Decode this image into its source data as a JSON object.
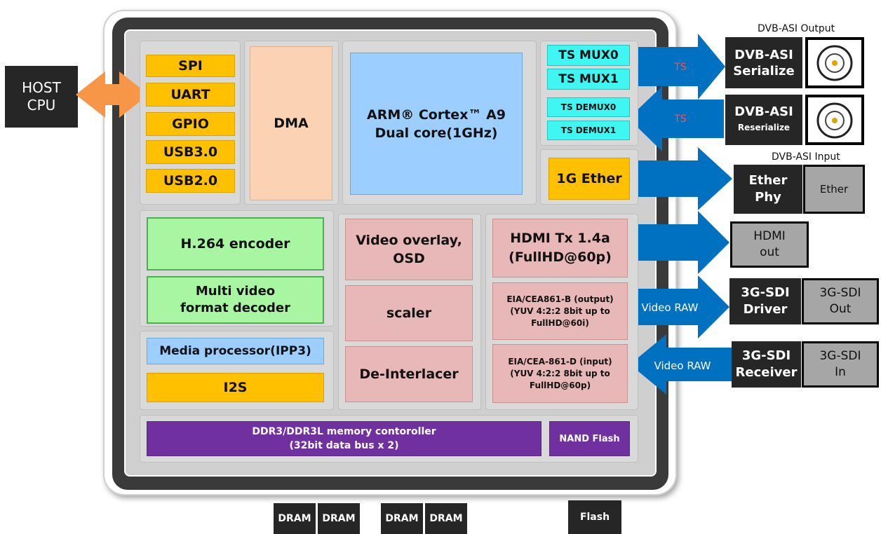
{
  "host": {
    "line1": "HOST",
    "line2": "CPU"
  },
  "io": [
    "SPI",
    "UART",
    "GPIO",
    "USB3.0",
    "USB2.0"
  ],
  "dma": "DMA",
  "arm": {
    "line1": "ARM® Cortex™ A9",
    "line2": "Dual core(1GHz)"
  },
  "ts": {
    "mux0": "TS MUX0",
    "mux1": "TS MUX1",
    "demux0": "TS DEMUX0",
    "demux1": "TS DEMUX1"
  },
  "ether": "1G Ether",
  "enc": "H.264 encoder",
  "dec": {
    "line1": "Multi video",
    "line2": "format decoder"
  },
  "media": "Media processor(IPP3)",
  "i2s": "I2S",
  "overlay": {
    "line1": "Video overlay,",
    "line2": "OSD"
  },
  "scaler": "scaler",
  "deint": "De-Interlacer",
  "hdmi": {
    "line1": "HDMI Tx 1.4a",
    "line2": "(FullHD@60p)"
  },
  "eia_out": {
    "line1": "EIA/CEA861-B (output)",
    "line2": "(YUV 4:2:2 8bit up to",
    "line3": "FullHD@60i)"
  },
  "eia_in": {
    "line1": "EIA/CEA-861-D (input)",
    "line2": "(YUV 4:2:2 8bit up to",
    "line3": "FullHD@60p)"
  },
  "ddr": {
    "line1": "DDR3/DDR3L  memory contoroller",
    "line2": "(32bit data bus x 2)"
  },
  "nand": "NAND Flash",
  "arrows": {
    "ts1": "TS",
    "ts2": "TS",
    "raw_out": "Video RAW",
    "raw_in": "Video RAW"
  },
  "ext": {
    "asi_out_caption": "DVB-ASI Output",
    "asi_ser": {
      "line1": "DVB-ASI",
      "line2": "Serialize"
    },
    "asi_res": {
      "line1": "DVB-ASI",
      "line2": "Reserialize"
    },
    "asi_in_caption": "DVB-ASI Input",
    "ether_phy": {
      "line1": "Ether",
      "line2": "Phy"
    },
    "ether_port": "Ether",
    "hdmi_out": {
      "line1": "HDMI",
      "line2": "out"
    },
    "sdi_driver": {
      "line1": "3G-SDI",
      "line2": "Driver"
    },
    "sdi_out": {
      "line1": "3G-SDI",
      "line2": "Out"
    },
    "sdi_receiver": {
      "line1": "3G-SDI",
      "line2": "Receiver"
    },
    "sdi_in": {
      "line1": "3G-SDI",
      "line2": "In"
    }
  },
  "bottom": {
    "dram": [
      "DRAM",
      "DRAM",
      "DRAM",
      "DRAM"
    ],
    "flash": "Flash"
  },
  "colors": {
    "chip_outer": "#3a3a3a",
    "arrow_blue": "#0070c0",
    "arrow_orange": "#f79646"
  }
}
